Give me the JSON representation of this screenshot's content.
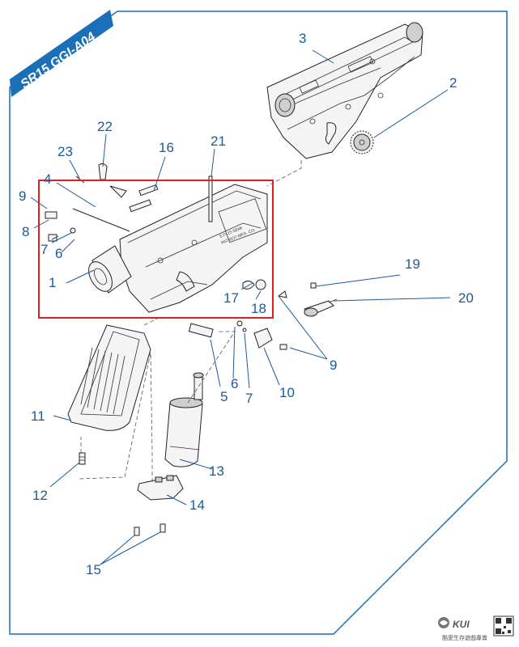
{
  "badge": {
    "text": "SR15 GGI-A04",
    "color": "#1a6fb8"
  },
  "frame_color": "#1a6fb8",
  "highlight_color": "#e02020",
  "callout_color": "#1a5a9c",
  "callouts": [
    "1",
    "2",
    "3",
    "4",
    "5",
    "6",
    "6",
    "7",
    "7",
    "8",
    "9",
    "9",
    "10",
    "11",
    "12",
    "13",
    "14",
    "15",
    "16",
    "17",
    "18",
    "19",
    "20",
    "21",
    "22",
    "23"
  ],
  "watermark": {
    "brand": "KUI",
    "tagline": "酷愛生存遊戲專賣",
    "logo_icon": "kui-logo-icon",
    "qr_icon": "qr-code-icon"
  }
}
